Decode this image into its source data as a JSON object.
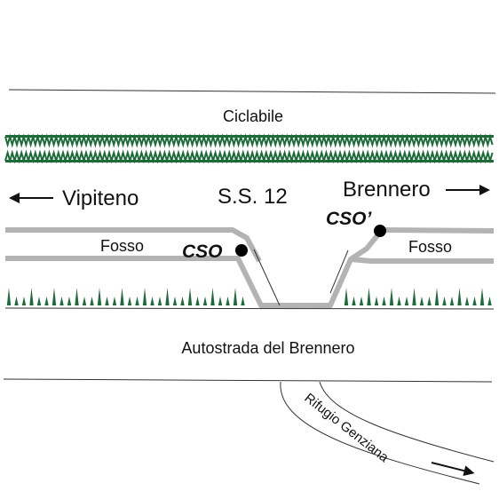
{
  "labels": {
    "ciclabile": "Ciclabile",
    "vipiteno": "Vipiteno",
    "ss12": "S.S. 12",
    "brennero": "Brennero",
    "fosso_left": "Fosso",
    "fosso_right": "Fosso",
    "cso_left": "CSO",
    "cso_right": "CSO’",
    "autostrada": "Autostrada del Brennero",
    "rifugio": "Rifugio Genziana"
  },
  "colors": {
    "vegetation": "#1e6b3a",
    "ditch_gray": "#b3b3b3",
    "line_dark": "#333333",
    "point": "#000000"
  },
  "icons": {
    "arrow_left": "arrow-left-icon",
    "arrow_right": "arrow-right-icon"
  }
}
